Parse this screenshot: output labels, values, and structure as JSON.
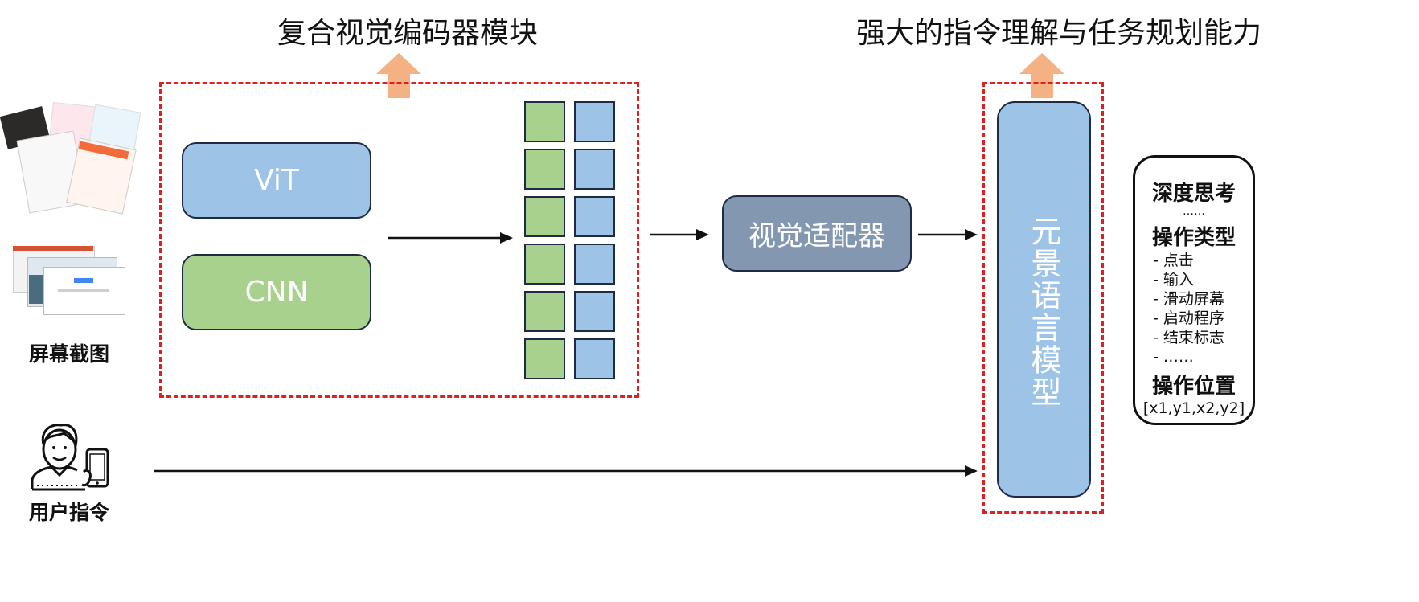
{
  "titles": {
    "encoder": "复合视觉编码器模块",
    "llm_capability": "强大的指令理解与任务规划能力"
  },
  "inputs": {
    "screenshot_label": "屏幕截图",
    "instruction_label": "用户指令"
  },
  "encoder": {
    "vit": "ViT",
    "cnn": "CNN",
    "token_rows": 6
  },
  "adapter": "视觉适配器",
  "llm": "元景语言模型",
  "output": {
    "thinking": "深度思考",
    "thinking_ellipsis": "……",
    "action_type": "操作类型",
    "actions": [
      "- 点击",
      "- 输入",
      "- 滑动屏幕",
      "- 启动程序",
      "- 结束标志",
      "-   ……"
    ],
    "action_position": "操作位置",
    "coords": "[x1,y1,x2,y2]"
  },
  "colors": {
    "dashed": "#e02020",
    "arrow_up": "#f4b183",
    "vit": "#9dc3e6",
    "cnn": "#a9d18e",
    "adapter": "#8497b0",
    "llm": "#9dc3e6"
  }
}
